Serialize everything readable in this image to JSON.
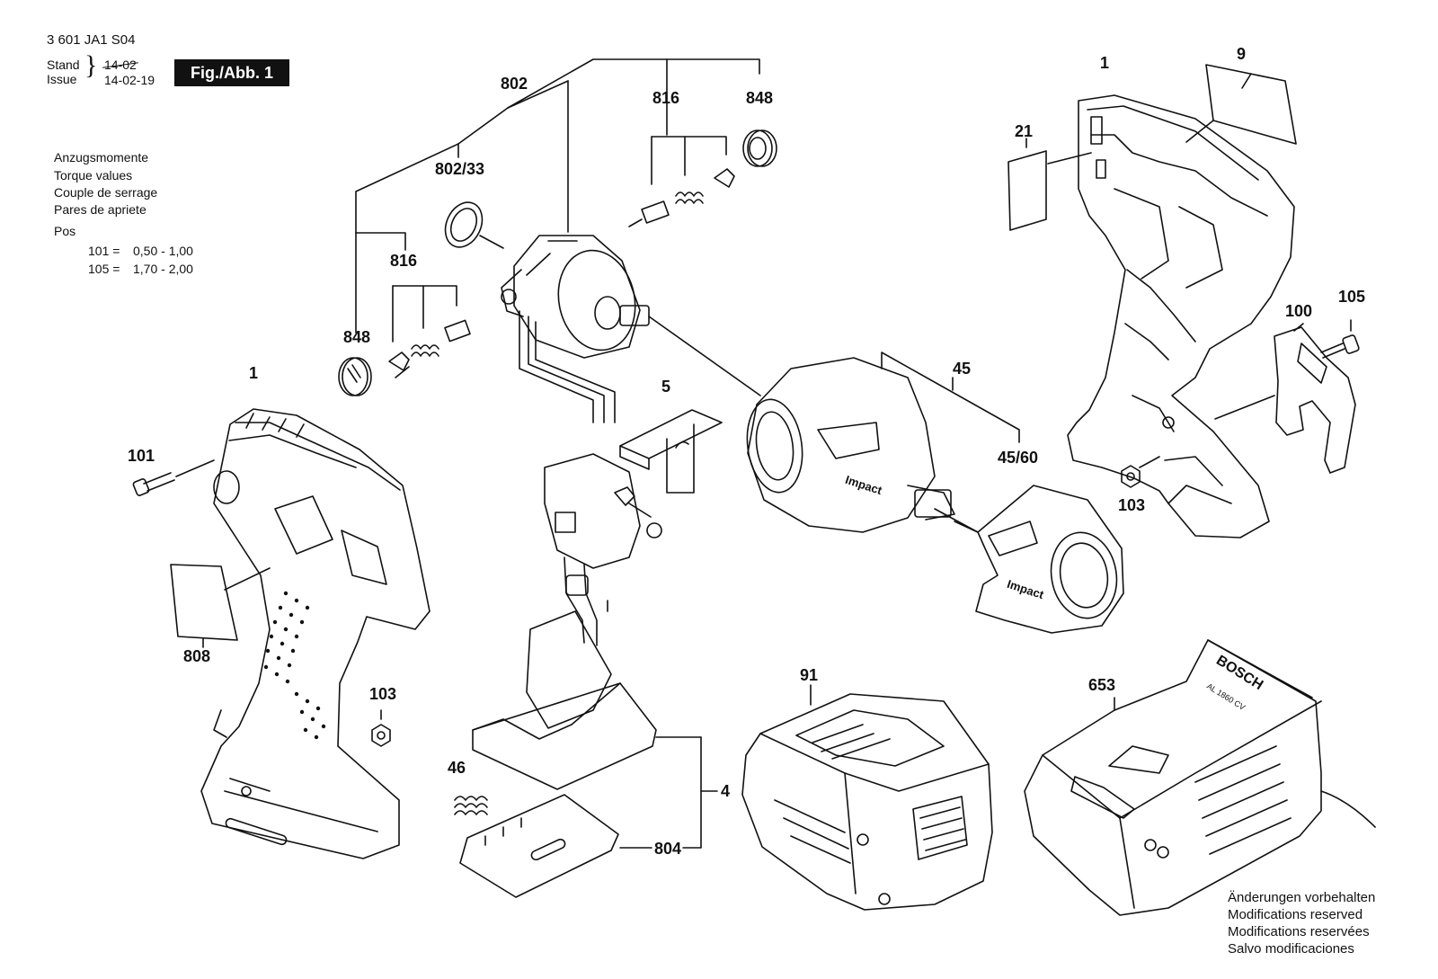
{
  "header": {
    "part_number": "3 601 JA1 S04",
    "stand_label": "Stand",
    "issue_label": "Issue",
    "stand_value": "14-02",
    "issue_value": "14-02-19",
    "figure_label": "Fig./Abb. 1"
  },
  "torque": {
    "lines": [
      "Anzugsmomente",
      "Torque values",
      "Couple de serrage",
      "Pares de apriete"
    ],
    "pos_label": "Pos",
    "entries": [
      {
        "pos": "101 =",
        "range": "0,50 - 1,00"
      },
      {
        "pos": "105 =",
        "range": "1,70 - 2,00"
      }
    ]
  },
  "footer": {
    "lines": [
      "Änderungen vorbehalten",
      "Modifications reserved",
      "Modifications reservées",
      "Salvo modificaciones"
    ]
  },
  "labels": {
    "c802": "802",
    "c816a": "816",
    "c848a": "848",
    "c802_33": "802/33",
    "c816b": "816",
    "c848b": "848",
    "c1a": "1",
    "c9": "9",
    "c21": "21",
    "c105": "105",
    "c100": "100",
    "c45": "45",
    "c45_60": "45/60",
    "c103a": "103",
    "c5": "5",
    "c101": "101",
    "c1b": "1",
    "c808": "808",
    "c103b": "103",
    "c91": "91",
    "c653": "653",
    "c4": "4",
    "c46": "46",
    "c804": "804"
  },
  "product_marks": {
    "housing_text": "Impact",
    "cover_text": "Impact",
    "charger_brand": "BOSCH",
    "charger_model": "AL 1860 CV"
  }
}
